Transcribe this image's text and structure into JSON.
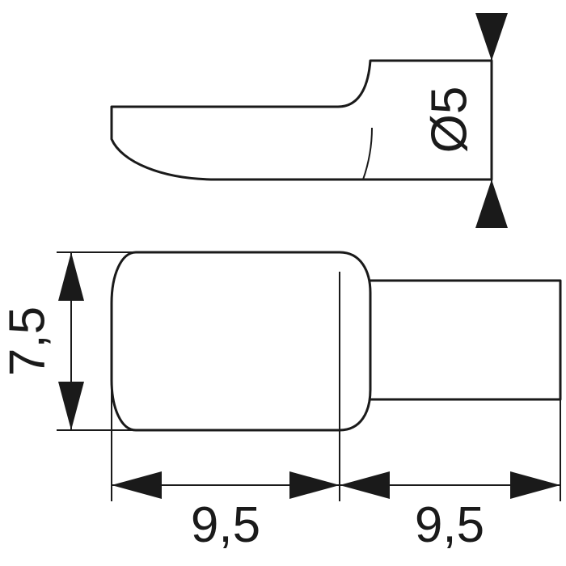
{
  "dimensions": {
    "diameter": "Ø5",
    "height": "7,5",
    "length_left": "9,5",
    "length_right": "9,5"
  },
  "colors": {
    "line": "#1a1a1a",
    "background": "#ffffff"
  }
}
